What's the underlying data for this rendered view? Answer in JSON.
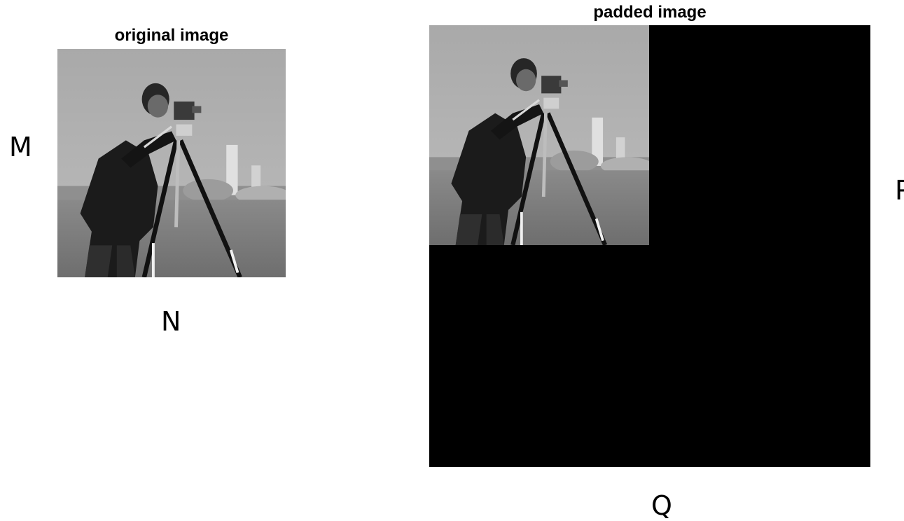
{
  "original": {
    "title": "original image",
    "row_label": "M",
    "col_label": "N"
  },
  "padded": {
    "title": "padded image",
    "row_label": "P",
    "col_label": "Q",
    "pad_color": "#000000"
  },
  "image_content": "cameraman-photo"
}
